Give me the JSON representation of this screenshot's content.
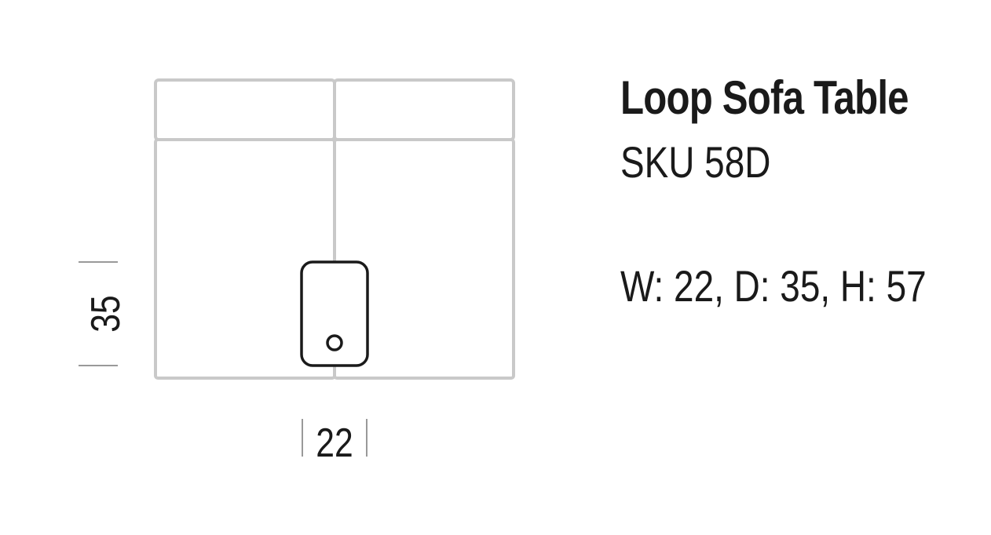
{
  "product": {
    "name": "Loop Sofa Table",
    "sku": "SKU 58D",
    "dimensions": "W: 22, D: 35, H: 57"
  },
  "diagram": {
    "depth_label": "35",
    "width_label": "22"
  },
  "colors": {
    "outline_gray": "#c9c9c9",
    "table_outline": "#1a1a1a",
    "text": "#1a1a1a"
  }
}
